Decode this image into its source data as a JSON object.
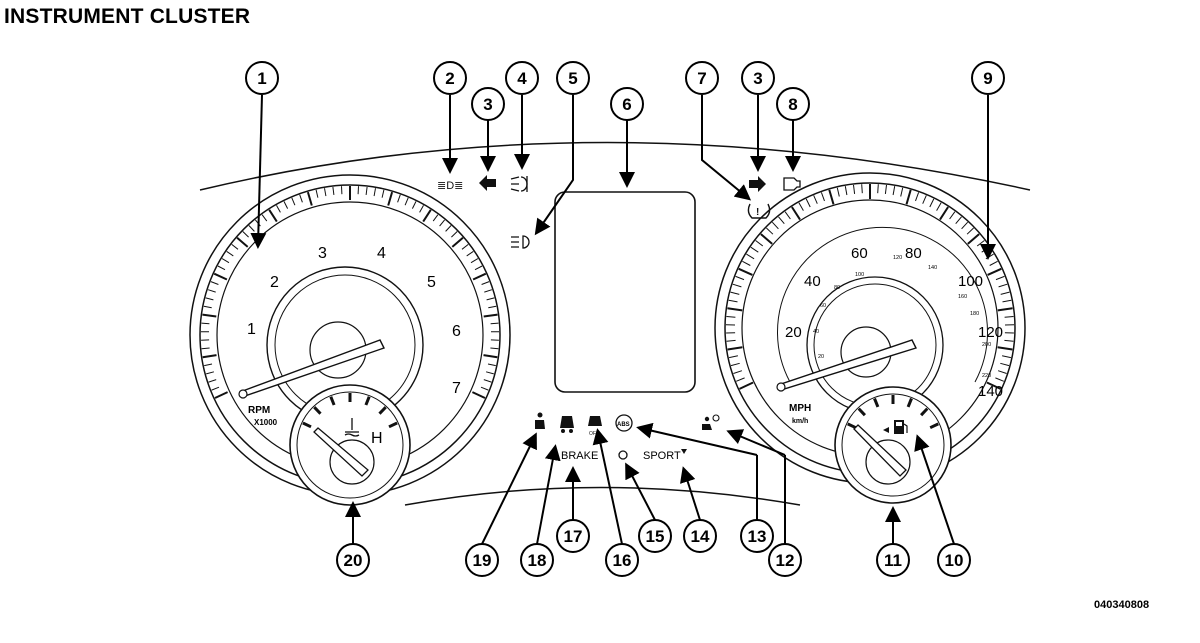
{
  "title": "INSTRUMENT CLUSTER",
  "figure_code": "040340808",
  "tachometer": {
    "labels": [
      "1",
      "2",
      "3",
      "4",
      "5",
      "6",
      "7"
    ],
    "unit": "RPM",
    "scale": "X1000"
  },
  "speedometer": {
    "mph_labels": [
      "20",
      "40",
      "60",
      "80",
      "100",
      "120",
      "140"
    ],
    "kmh_labels": [
      "20",
      "40",
      "60",
      "80",
      "100",
      "120",
      "140",
      "160",
      "180",
      "200",
      "220"
    ],
    "unit": "MPH",
    "unit_metric": "km/h"
  },
  "temp_gauge": {
    "end_label": "H"
  },
  "indicators": {
    "brake_label": "BRAKE",
    "sport_label": "SPORT",
    "abs_label": "ABS"
  },
  "callouts": [
    "1",
    "2",
    "3",
    "4",
    "5",
    "6",
    "7",
    "3",
    "8",
    "9",
    "10",
    "11",
    "12",
    "13",
    "14",
    "15",
    "16",
    "17",
    "18",
    "19",
    "20"
  ],
  "icons": [
    "fog-light-icon",
    "turn-signal-left-icon",
    "rear-fog-icon",
    "headlight-icon",
    "tire-pressure-icon",
    "turn-signal-right-icon",
    "check-engine-icon",
    "fuel-pump-icon",
    "temperature-icon",
    "seatbelt-icon",
    "security-icon",
    "stability-icon",
    "stability-off-icon",
    "abs-icon",
    "airbag-icon",
    "brake-icon",
    "cruise-icon",
    "sport-icon"
  ]
}
